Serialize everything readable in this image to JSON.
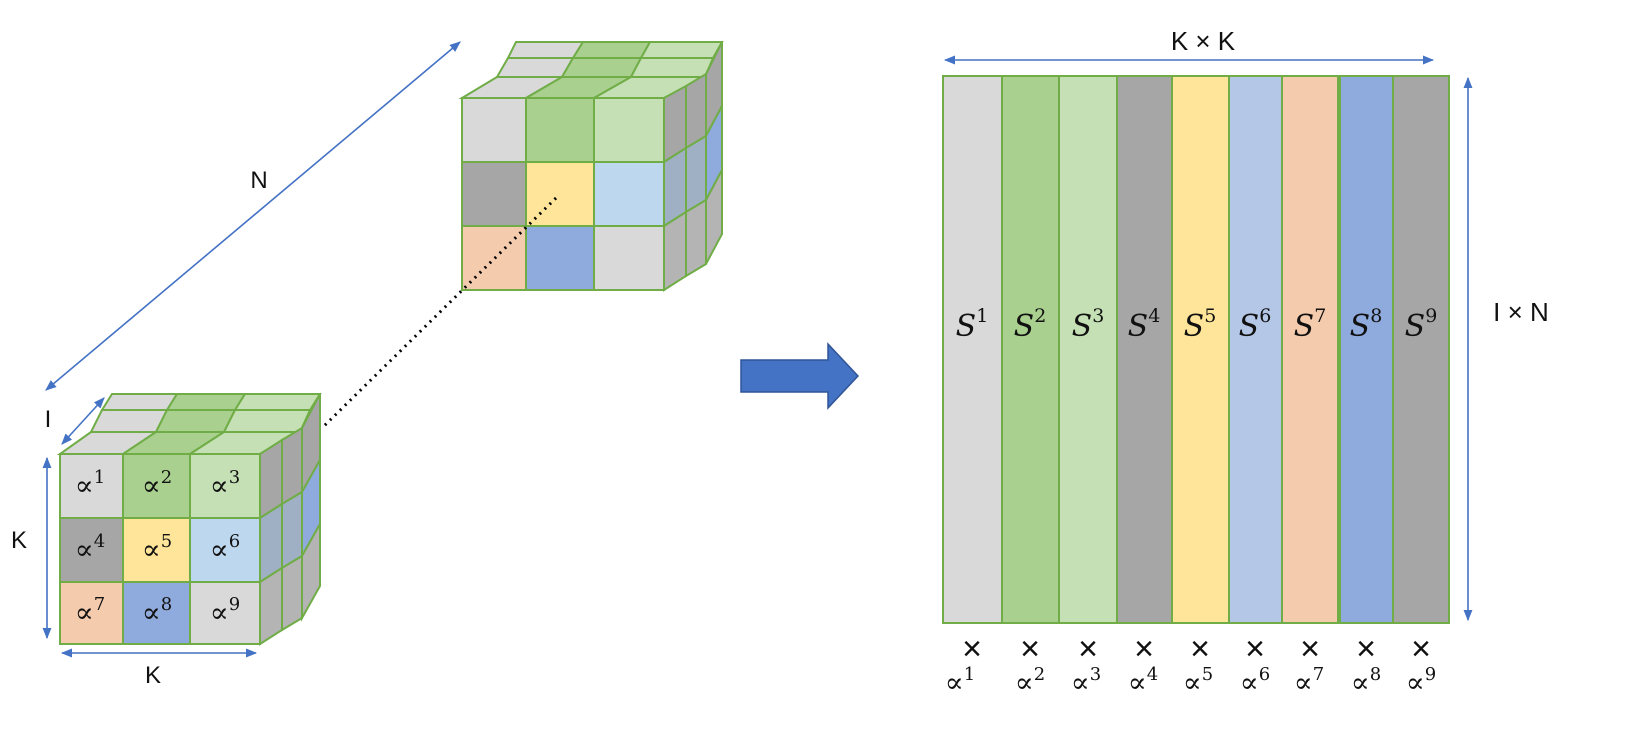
{
  "colors": {
    "light_gray": "#d9d9d9",
    "dark_gray": "#a6a6a6",
    "green": "#a9d08e",
    "light_green": "#c5e0b4",
    "yellow": "#fee599",
    "light_blue": "#bdd7ee",
    "salmon": "#f4cbad",
    "blue": "#8faadc",
    "column_blue": "#b4c7e7",
    "cube_edge": "#70ad47",
    "arrow": "#4472c4"
  },
  "cube": {
    "front_symbols": [
      "∝1",
      "∝2",
      "∝3",
      "∝4",
      "∝5",
      "∝6",
      "∝7",
      "∝8",
      "∝9"
    ],
    "front_sym_base": [
      "∝",
      "∝",
      "∝",
      "∝",
      "∝",
      "∝",
      "∝",
      "∝",
      "∝"
    ],
    "front_sym_sup": [
      "1",
      "2",
      "3",
      "4",
      "5",
      "6",
      "7",
      "8",
      "9"
    ],
    "labels": {
      "n": "N",
      "i": "I",
      "k_left": "K",
      "k_bottom": "K"
    }
  },
  "matrix": {
    "top_label": "K × K",
    "right_label": "I × N",
    "column_base": [
      "S",
      "S",
      "S",
      "S",
      "S",
      "S",
      "S",
      "S",
      "S"
    ],
    "column_sup": [
      "1",
      "2",
      "3",
      "4",
      "5",
      "6",
      "7",
      "8",
      "9"
    ],
    "times_symbol": "×",
    "multiplier_base": [
      "∝",
      "∝",
      "∝",
      "∝",
      "∝",
      "∝",
      "∝",
      "∝",
      "∝"
    ],
    "multiplier_sup": [
      "1",
      "2",
      "3",
      "4",
      "5",
      "6",
      "7",
      "8",
      "9"
    ]
  }
}
